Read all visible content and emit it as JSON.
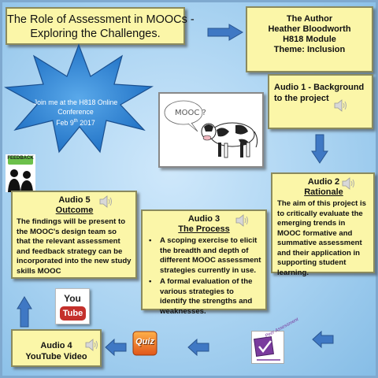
{
  "title": {
    "line1": "The Role of Assessment in MOOCs -",
    "line2": "Exploring the Challenges."
  },
  "author": {
    "heading": "The Author",
    "name": "Heather Bloodworth",
    "module": "H818 Module",
    "theme": "Theme:  Inclusion"
  },
  "audio1": {
    "line1": "Audio 1 - Background",
    "line2": "to the project"
  },
  "star": {
    "line1": "Join me at the H818 Online",
    "line2": "Conference",
    "date_prefix": "Feb 9",
    "date_sup": "th",
    "date_suffix": " 2017"
  },
  "mooc_image": {
    "bubble_text": "MOOC ?"
  },
  "feedback_icon": {
    "label": "FEEDBACK"
  },
  "audio2": {
    "heading": "Audio 2",
    "subheading": "Rationale",
    "body": "The aim of this project is to critically evaluate the emerging trends in MOOC formative and summative assessment and their application in supporting student learning."
  },
  "audio5": {
    "heading": "Audio 5",
    "subheading": "Outcome",
    "body": "The findings will be present to the MOOC's design team so that the relevant assessment and feedback strategy can be incorporated into the new study skills MOOC"
  },
  "audio3": {
    "heading": "Audio 3",
    "subheading": "The Process",
    "bullets": [
      "A scoping exercise to elicit the breadth and depth of different MOOC assessment strategies currently in use.",
      "A formal evaluation of the various strategies to identify the strengths and weaknesses."
    ]
  },
  "audio4": {
    "line1": "Audio 4",
    "line2": "YouTube Video"
  },
  "youtube_icon": {
    "you": "You",
    "tube": "Tube"
  },
  "quiz_icon": {
    "label": "Quiz"
  },
  "peer_icon": {
    "label": "Peer Assessment"
  },
  "colors": {
    "background": "#a9d3f2",
    "note": "#fbf6a8",
    "arrow": "#3f78c4",
    "star": "#2f84d6"
  },
  "icons": [
    "speaker-icon",
    "arrow-right-icon",
    "arrow-down-icon",
    "arrow-left-icon",
    "arrow-up-icon"
  ]
}
